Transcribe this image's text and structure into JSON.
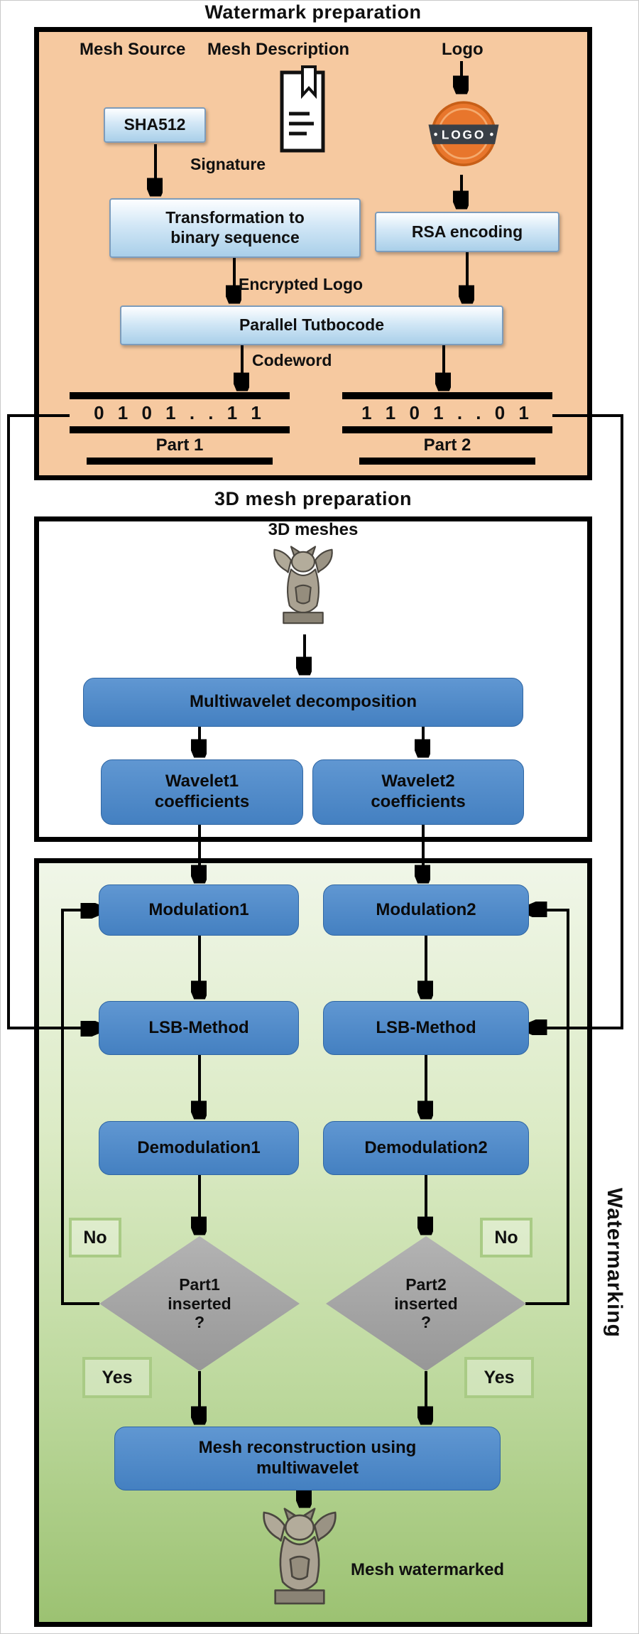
{
  "figure": {
    "watermark_prep_title": "Watermark preparation",
    "mesh_prep_title": "3D mesh preparation",
    "watermarking_side_label": "Watermarking"
  },
  "prep": {
    "mesh_source_label": "Mesh Source",
    "mesh_description_label": "Mesh Description",
    "logo_label": "Logo",
    "logo_badge_text": "LOGO",
    "sha512_box": "SHA512",
    "signature_label": "Signature",
    "transformation_box": "Transformation to\nbinary sequence",
    "rsa_box": "RSA encoding",
    "encrypted_logo_label": "Encrypted Logo",
    "parallel_box": "Parallel Tutbocode",
    "codeword_label": "Codeword",
    "part1_bits": "0 1 0 1 . . 1 1",
    "part2_bits": "1 1 0 1 . . 0 1",
    "part1_label": "Part 1",
    "part2_label": "Part 2"
  },
  "mesh_prep": {
    "meshes_label": "3D meshes",
    "multiwavelet_box": "Multiwavelet decomposition",
    "wavelet1_box": "Wavelet1\ncoefficients",
    "wavelet2_box": "Wavelet2\ncoefficients"
  },
  "watermarking": {
    "modulation1_box": "Modulation1",
    "modulation2_box": "Modulation2",
    "lsb1_box": "LSB-Method",
    "lsb2_box": "LSB-Method",
    "demodulation1_box": "Demodulation1",
    "demodulation2_box": "Demodulation2",
    "decision1": "Part1\ninserted\n?",
    "decision2": "Part2\ninserted\n?",
    "no1": "No",
    "no2": "No",
    "yes1": "Yes",
    "yes2": "Yes",
    "reconstruction_box": "Mesh reconstruction using\nmultiwavelet",
    "mesh_watermarked_label": "Mesh watermarked"
  },
  "colors": {
    "prep_bg": "#f6c9a0",
    "watermarking_bg_top": "#f0f6e8",
    "watermarking_bg_bottom": "#9cc272",
    "process_box_blue": "#4480c1",
    "io_box_light_blue": "#a9cfe9",
    "decision_gray": "#a5a5a5",
    "gate_border_green": "#a9cb85",
    "badge_orange": "#e8762c",
    "banner_dark": "#3a4047",
    "line_black": "#000000"
  }
}
